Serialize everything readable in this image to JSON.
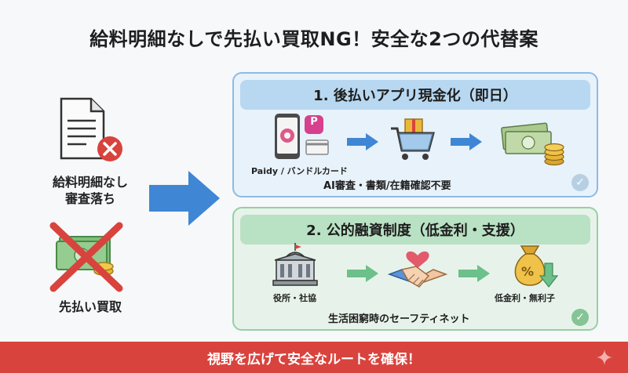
{
  "title": "給料明細なしで先払い買取NG！安全な2つの代替案",
  "left": {
    "doc_caption_line1": "給料明細なし",
    "doc_caption_line2": "審査落ち",
    "money_caption": "先払い買取"
  },
  "panel1": {
    "heading": "1. 後払いアプリ現金化（即日）",
    "app_label": "Paidy / バンドルカード",
    "app_badge_letter": "P",
    "subtitle": "AI審査・書類/在籍確認不要"
  },
  "panel2": {
    "heading": "2. 公的融資制度（低金利・支援）",
    "office_label": "役所・社協",
    "money_bag_symbol": "%",
    "low_interest_label": "低金利・無利子",
    "subtitle": "生活困窮時のセーフティネット"
  },
  "footer": "視野を広げて安全なルートを確保！",
  "colors": {
    "accent_blue": "#3f86d4",
    "accent_green": "#6cc08a",
    "danger_red": "#d9433d",
    "footer_red": "#d9433d"
  },
  "icons": [
    "document-icon",
    "reject-icon",
    "money-icon",
    "cross-icon",
    "smartphone-icon",
    "paidy-app-icon",
    "card-icon",
    "cart-icon",
    "cash-icon",
    "government-building-icon",
    "handshake-icon",
    "money-bag-icon",
    "check-icon",
    "sparkle-icon"
  ]
}
